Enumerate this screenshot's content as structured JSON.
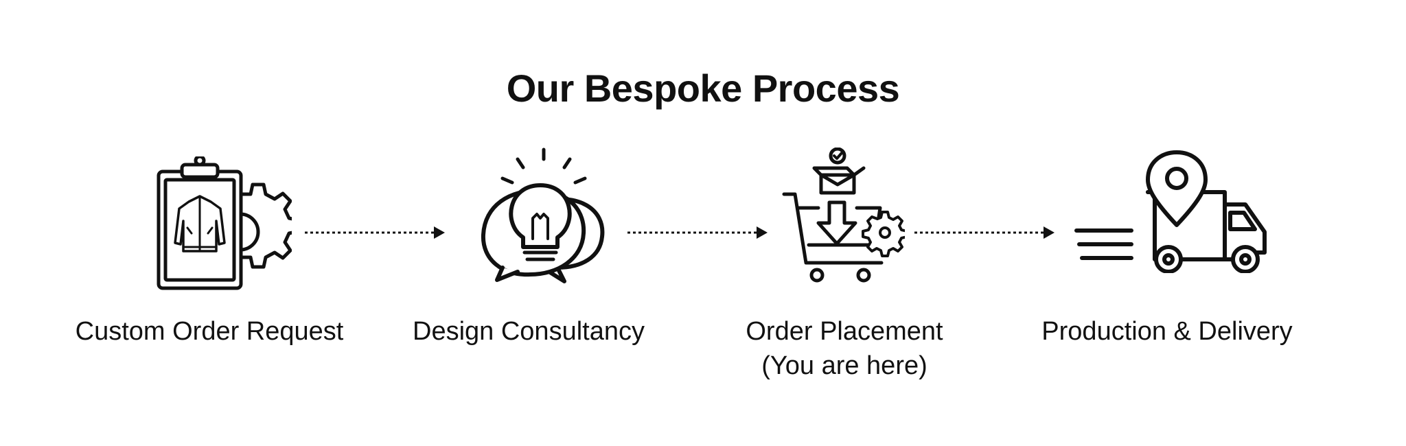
{
  "title": "Our Bespoke Process",
  "steps": [
    {
      "label": "Custom Order Request",
      "icon": "clipboard-jacket-gear-icon"
    },
    {
      "label": "Design Consultancy",
      "icon": "lightbulb-speech-bubbles-icon"
    },
    {
      "label": "Order Placement",
      "sublabel": "(You are here)",
      "icon": "cart-box-gear-icon"
    },
    {
      "label": "Production & Delivery",
      "icon": "delivery-truck-location-icon"
    }
  ],
  "colors": {
    "ink": "#111111",
    "background": "#ffffff"
  }
}
